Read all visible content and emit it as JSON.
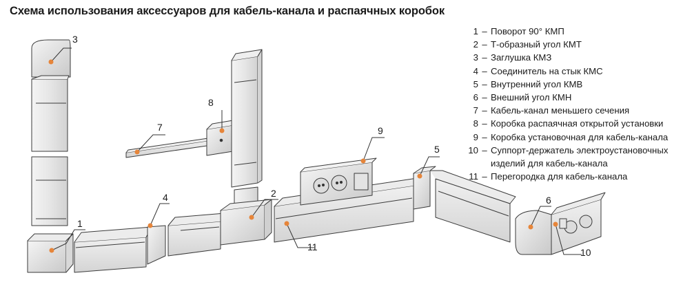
{
  "title": "Схема использования аксессуаров для кабель-канала и распаячных коробок",
  "accent_color": "#e6853a",
  "dash": "–",
  "legend": [
    {
      "num": "1",
      "text": "Поворот 90°  КМП"
    },
    {
      "num": "2",
      "text": "Т-образный угол КМТ"
    },
    {
      "num": "3",
      "text": "Заглушка КМЗ"
    },
    {
      "num": "4",
      "text": "Соединитель на стык КМС"
    },
    {
      "num": "5",
      "text": "Внутренний угол КМВ"
    },
    {
      "num": "6",
      "text": "Внешний угол КМН"
    },
    {
      "num": "7",
      "text": "Кабель-канал меньшего сечения"
    },
    {
      "num": "8",
      "text": "Коробка распаячная открытой установки"
    },
    {
      "num": "9",
      "text": "Коробка установочная для кабель-канала"
    },
    {
      "num": "10",
      "text": "Суппорт-держатель электроустановочных изделий для кабель-канала"
    },
    {
      "num": "11",
      "text": "Перегородка для кабель-канала"
    }
  ],
  "callouts": [
    {
      "label": "1"
    },
    {
      "label": "2"
    },
    {
      "label": "3"
    },
    {
      "label": "4"
    },
    {
      "label": "5"
    },
    {
      "label": "6"
    },
    {
      "label": "7"
    },
    {
      "label": "8"
    },
    {
      "label": "9"
    },
    {
      "label": "10"
    },
    {
      "label": "11"
    }
  ]
}
